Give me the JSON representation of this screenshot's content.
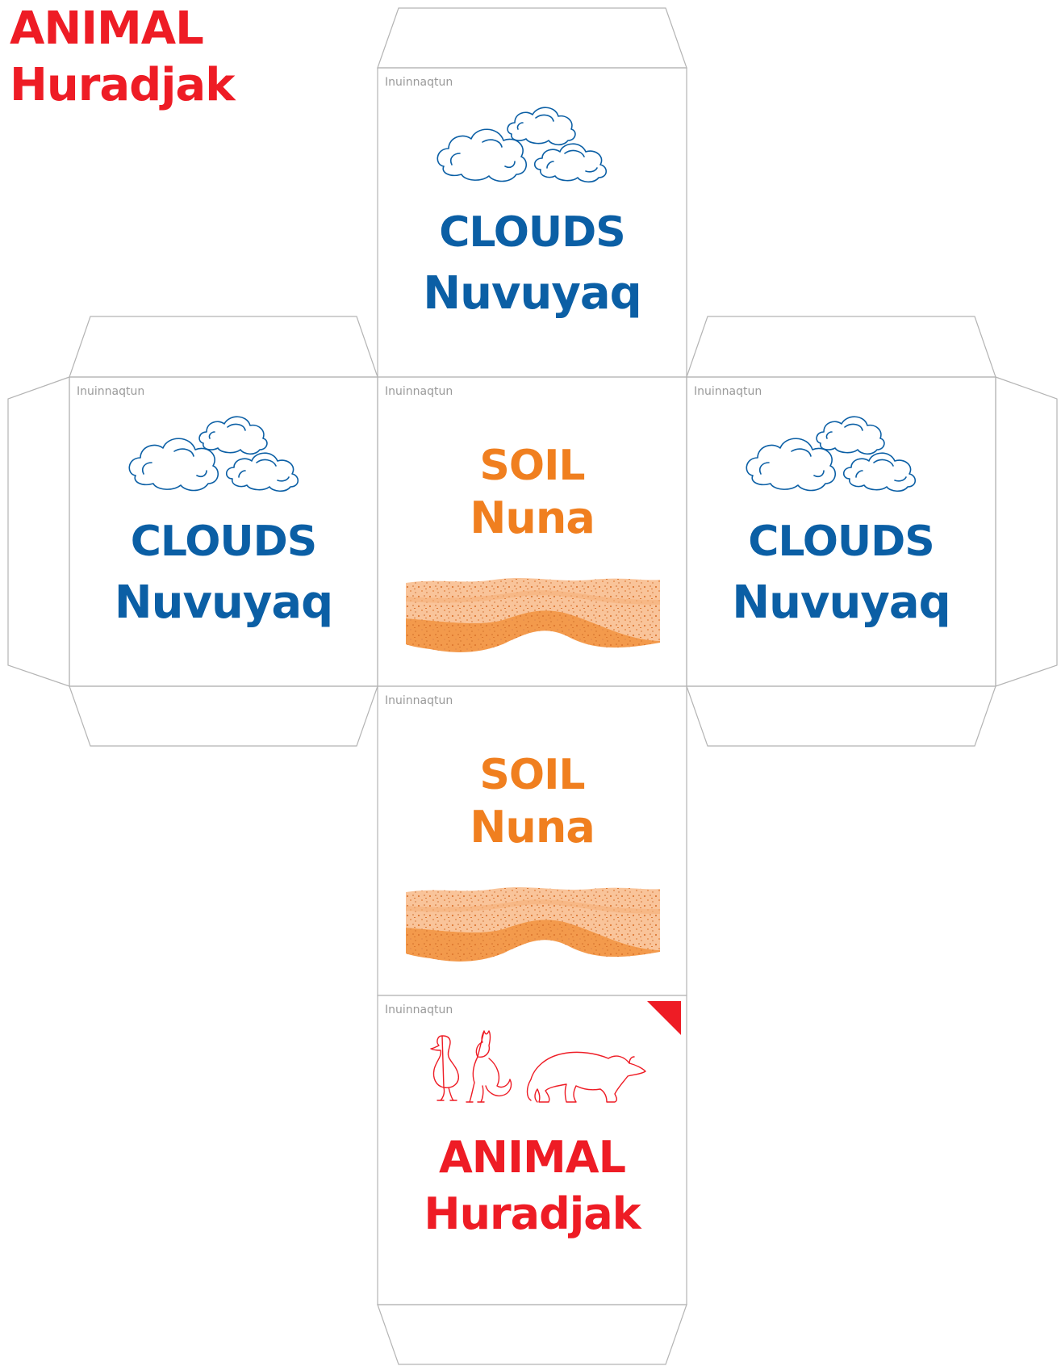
{
  "corner_label": {
    "title": "ANIMAL",
    "subtitle": "Huradjak",
    "color": "#ee1c25"
  },
  "colors": {
    "clouds": "#0b5fa5",
    "soil": "#f07f1f",
    "animal": "#ee1c25",
    "outline": "#b4b4b4",
    "language_tag": "#9a9a9a"
  },
  "faces": {
    "top": {
      "language": "Inuinnaqtun",
      "title": "CLOUDS",
      "subtitle": "Nuvuyaq",
      "icon": "clouds-illustration"
    },
    "left": {
      "language": "Inuinnaqtun",
      "title": "CLOUDS",
      "subtitle": "Nuvuyaq",
      "icon": "clouds-illustration"
    },
    "center": {
      "language": "Inuinnaqtun",
      "title": "SOIL",
      "subtitle": "Nuna",
      "icon": "soil-illustration"
    },
    "right": {
      "language": "Inuinnaqtun",
      "title": "CLOUDS",
      "subtitle": "Nuvuyaq",
      "icon": "clouds-illustration"
    },
    "lower": {
      "language": "Inuinnaqtun",
      "title": "SOIL",
      "subtitle": "Nuna",
      "icon": "soil-illustration"
    },
    "bottom": {
      "language": "Inuinnaqtun",
      "title": "ANIMAL",
      "subtitle": "Huradjak",
      "icon": "animals-illustration",
      "marker": "red-corner-triangle-icon"
    }
  }
}
